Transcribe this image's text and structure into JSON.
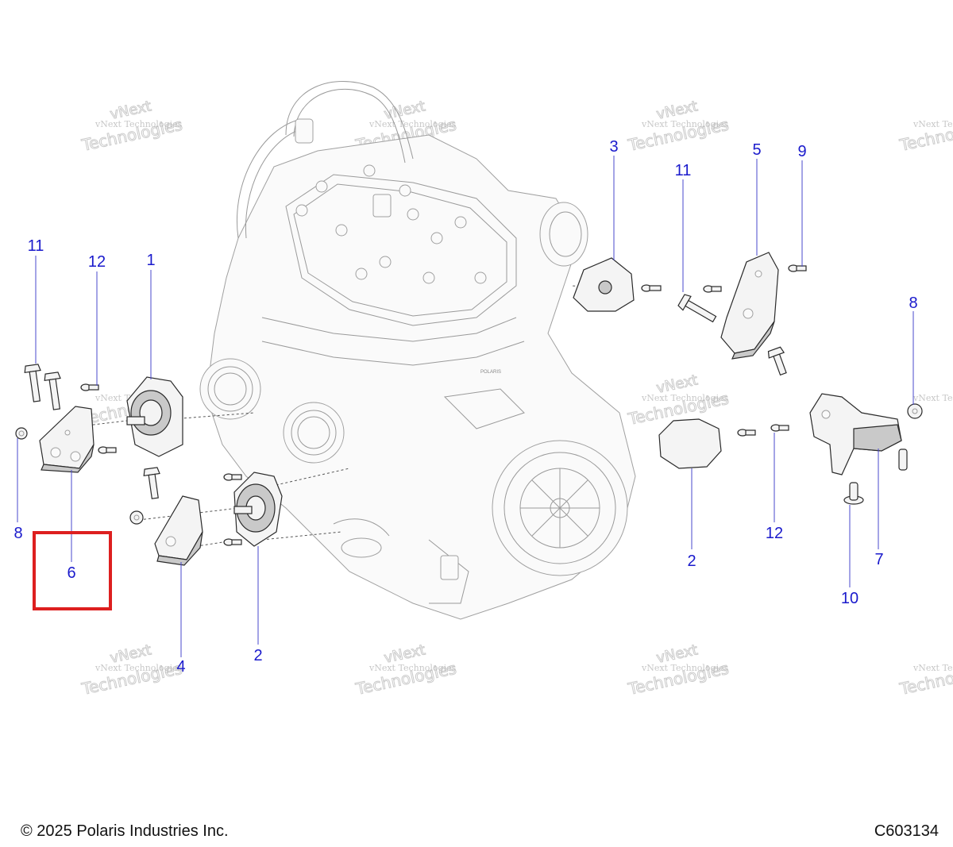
{
  "diagram": {
    "callouts": [
      {
        "id": "c11a",
        "label": "11"
      },
      {
        "id": "c12a",
        "label": "12"
      },
      {
        "id": "c1",
        "label": "1"
      },
      {
        "id": "c8a",
        "label": "8"
      },
      {
        "id": "c6",
        "label": "6"
      },
      {
        "id": "c4",
        "label": "4"
      },
      {
        "id": "c2a",
        "label": "2"
      },
      {
        "id": "c3",
        "label": "3"
      },
      {
        "id": "c11b",
        "label": "11"
      },
      {
        "id": "c5",
        "label": "5"
      },
      {
        "id": "c9",
        "label": "9"
      },
      {
        "id": "c8b",
        "label": "8"
      },
      {
        "id": "c2b",
        "label": "2"
      },
      {
        "id": "c12b",
        "label": "12"
      },
      {
        "id": "c7",
        "label": "7"
      },
      {
        "id": "c10",
        "label": "10"
      }
    ],
    "watermark": {
      "line1": "vNext Technologies",
      "line2": "vNext",
      "line3": "Technologies"
    },
    "engine_brand": "POLARIS",
    "highlight_color": "#dd1f1f",
    "callout_color": "#1a1acc"
  },
  "footer": {
    "copyright": "© 2025 Polaris Industries Inc.",
    "figure_id": "C603134"
  }
}
